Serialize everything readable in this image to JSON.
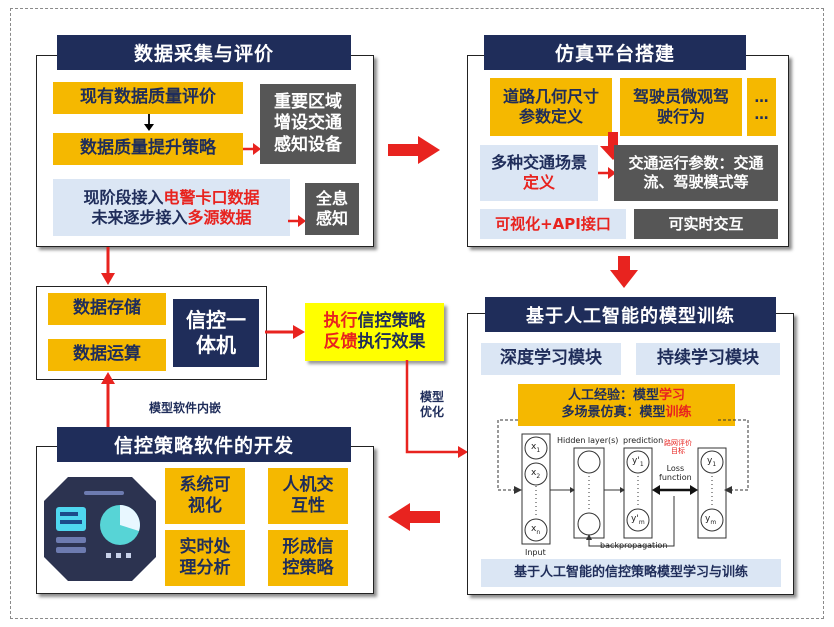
{
  "panels": {
    "data_collection": {
      "title": "数据采集与评价",
      "existing_quality": "现有数据质量评价",
      "quality_strategy": "数据质量提升策略",
      "key_area": "重要区域增设交通感知设备",
      "access_line1_prefix": "现阶段接入",
      "access_line1_red": "电警卡口数据",
      "access_line2_prefix": "未来逐步接入",
      "access_line2_red": "多源数据",
      "holographic": "全息感知"
    },
    "simulation": {
      "title": "仿真平台搭建",
      "road_geometry": "道路几何尺寸参数定义",
      "driver_micro": "驾驶员微观驾驶行为",
      "dots": "…\n…",
      "scene_prefix": "多种交通场景",
      "scene_red": "定义",
      "run_params": "交通运行参数：交通流、驾驶模式等",
      "visual_red": "可视化+API接口",
      "realtime": "可实时交互"
    },
    "storage": {
      "storage": "数据存储",
      "compute": "数据运算"
    },
    "machine": "信控一体机",
    "execute": {
      "line1_red": "执行",
      "line1_rest": "信控策略",
      "line2_red": "反馈",
      "line2_rest": "执行效果"
    },
    "ai_training": {
      "title": "基于人工智能的模型训练",
      "deep": "深度学习模块",
      "continuous": "持续学习模块",
      "exp_prefix": "人工经验：模型",
      "exp_red": "学习",
      "sim_prefix": "多场景仿真：模型",
      "sim_red": "训练",
      "nn": {
        "hidden": "Hidden layer(s)",
        "prediction": "prediction",
        "loss": "Loss\nfunction",
        "input": "Input",
        "backprop": "backpropagation",
        "eval_tag": "路网评价目标",
        "x1": "x",
        "x1_sub": "1",
        "x2": "x",
        "x2_sub": "2",
        "xn": "x",
        "xn_sub": "n",
        "yp1": "y'",
        "yp1_sub": "1",
        "ypm": "y'",
        "ypm_sub": "m",
        "y1": "y",
        "y1_sub": "1",
        "ym": "y",
        "ym_sub": "m"
      },
      "caption": "基于人工智能的信控策略模型学习与训练"
    },
    "software": {
      "title": "信控策略软件的开发",
      "visual": "系统可视化",
      "hmi": "人机交互性",
      "realtime": "实时处理分析",
      "strategy": "形成信控策略"
    }
  },
  "labels": {
    "embed": "模型软件内嵌",
    "optimize": "模型\n优化"
  },
  "colors": {
    "navy": "#1f2d5a",
    "gold": "#f5b800",
    "gray": "#565656",
    "light_blue": "#dbe6f4",
    "red": "#e8231f",
    "yellow": "#ffff00"
  }
}
